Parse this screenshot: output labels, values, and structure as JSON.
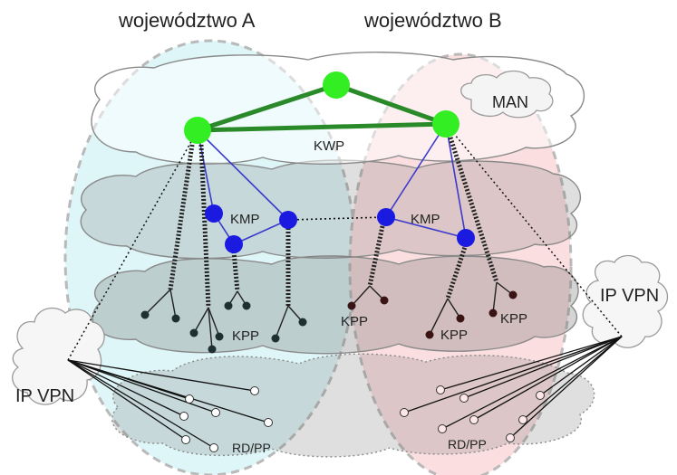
{
  "regions": {
    "a_title": "województwo A",
    "b_title": "województwo B"
  },
  "labels": {
    "man": "MAN",
    "kwp": "KWP",
    "kmp_left": "KMP",
    "kmp_right": "KMP",
    "kpp_a": "KPP",
    "kpp_b1": "KPP",
    "kpp_b2": "KPP",
    "kpp_b3": "KPP",
    "ipvpn_left": "IP VPN",
    "ipvpn_right": "IP VPN",
    "rdpp_left": "RD/PP",
    "rdpp_right": "RD/PP"
  },
  "colors": {
    "region_a": "#dff6f8",
    "region_b": "#fbdfe0",
    "kwp_node": "#33ee22",
    "kwp_link": "#2a8a2a",
    "kmp_node": "#1a1ae0",
    "kmp_link": "#3a3acc",
    "kpp_node_a": "#1e3030",
    "kpp_node_b": "#3a1414"
  }
}
